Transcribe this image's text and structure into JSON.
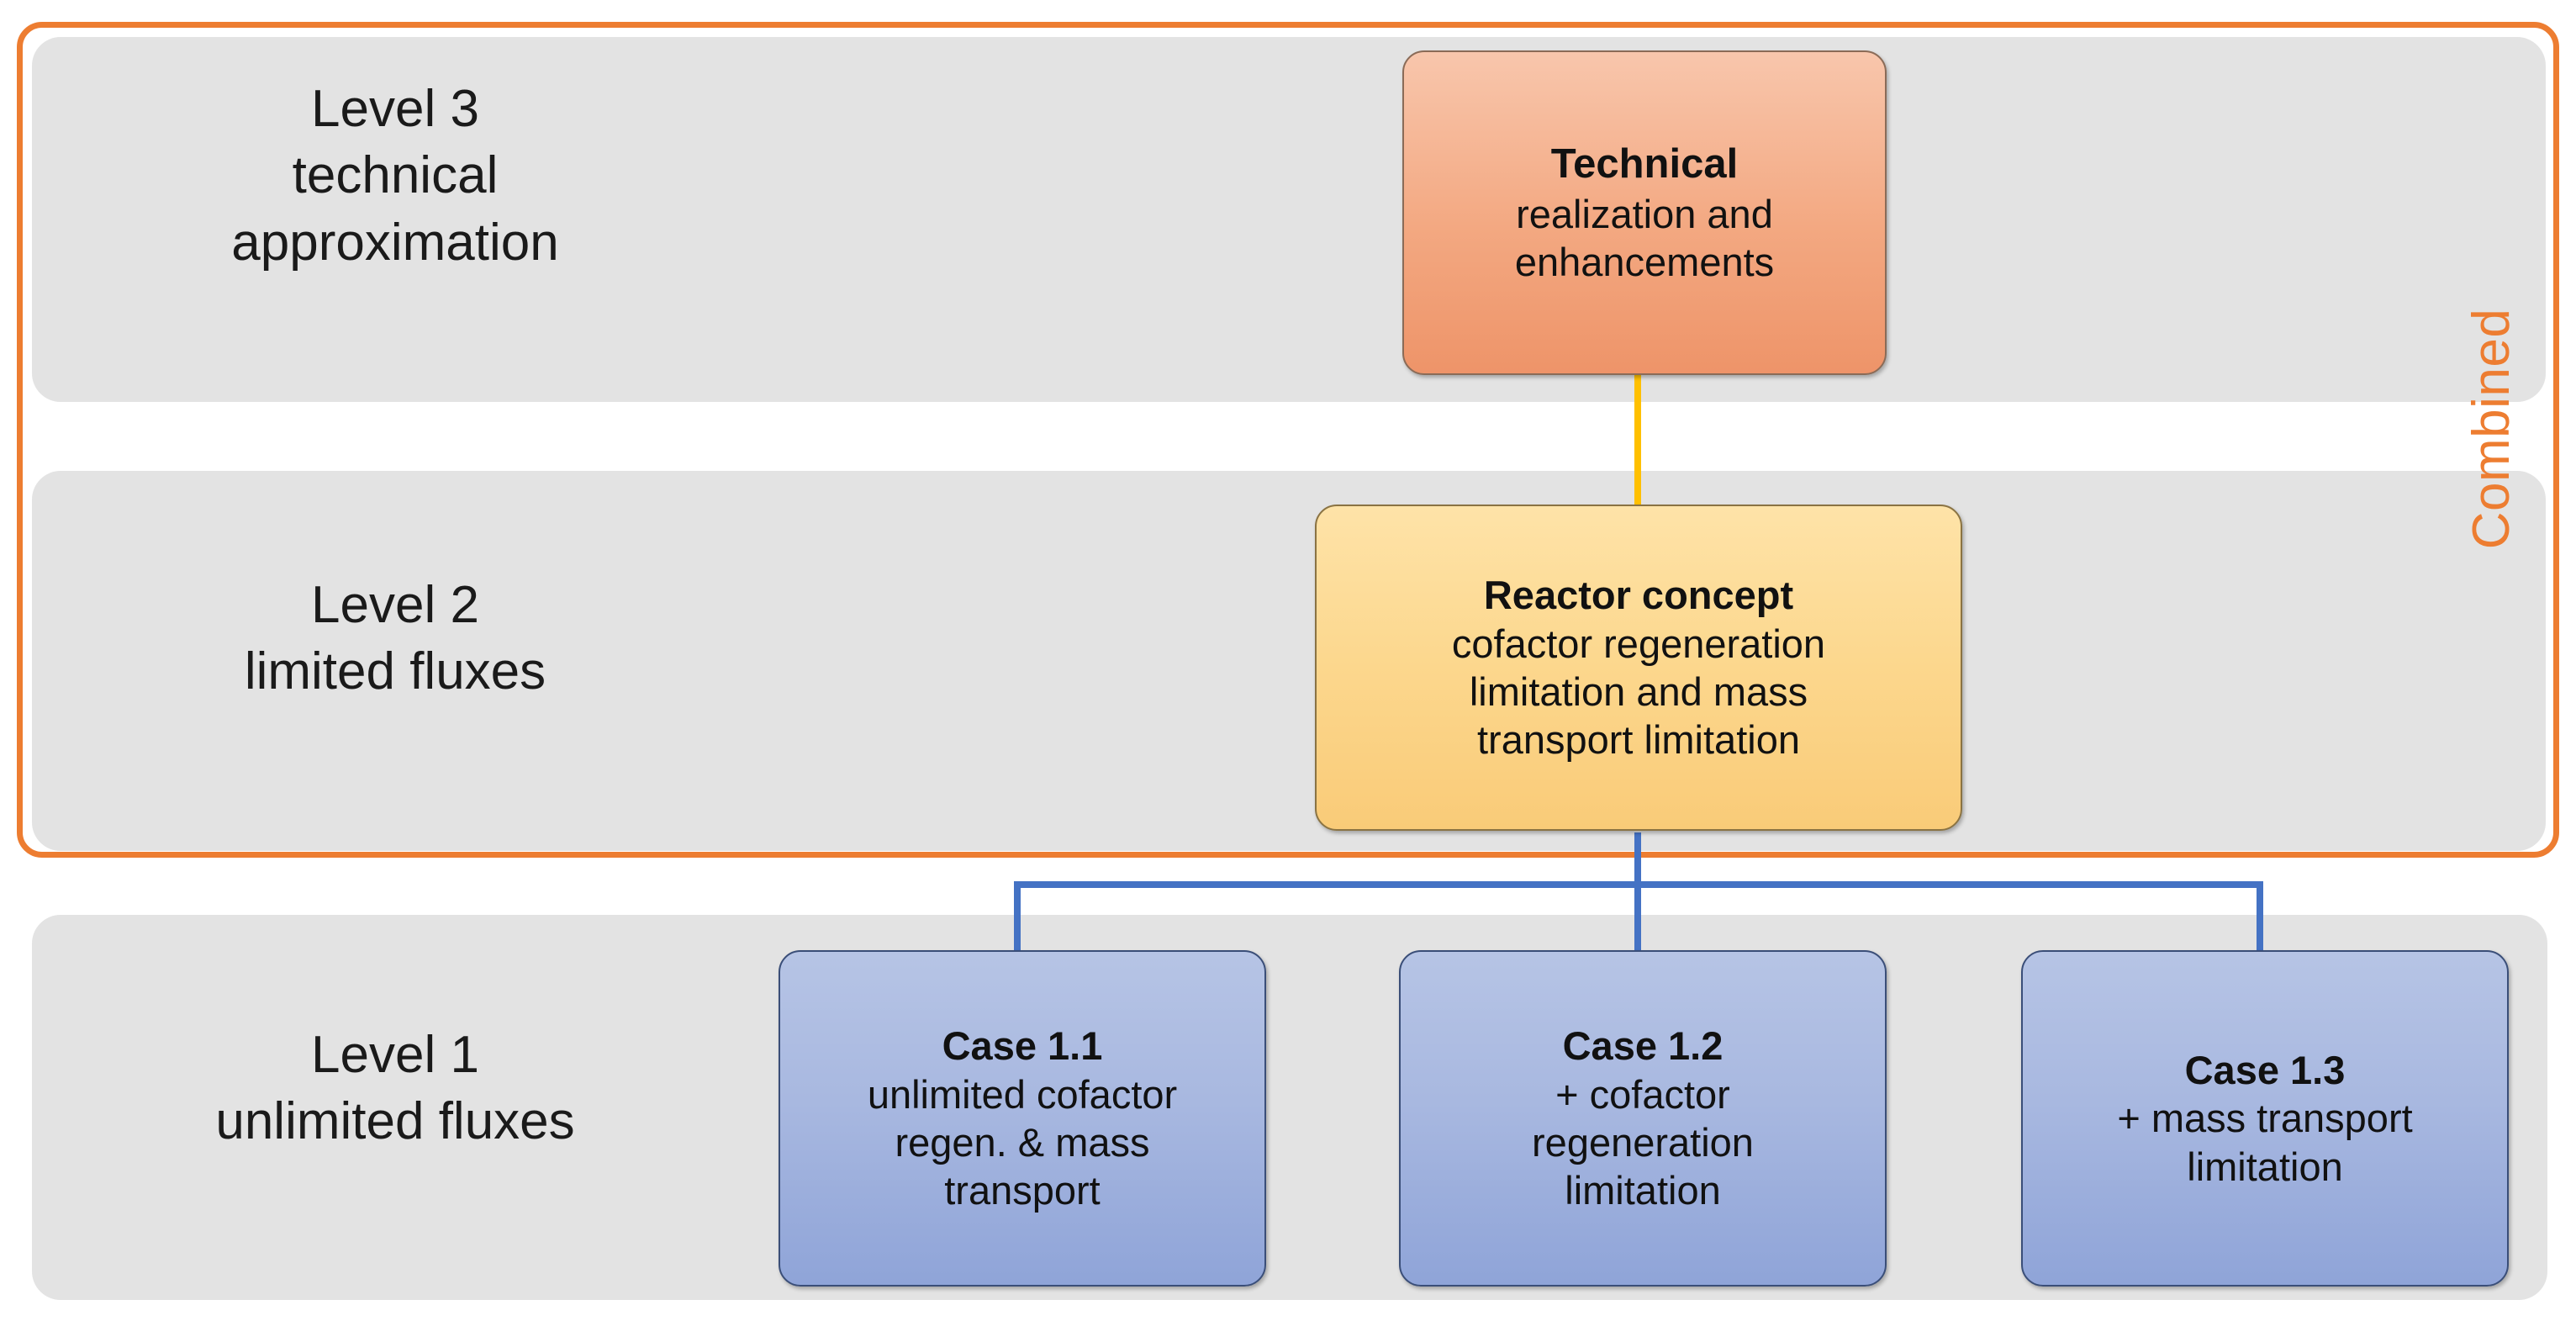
{
  "diagram": {
    "frame_label": "Combined",
    "accent_color": "#ED7D31",
    "levels": [
      {
        "id": "level3",
        "title": "Level 3\ntechnical\napproximation"
      },
      {
        "id": "level2",
        "title": "Level 2\nlimited fluxes"
      },
      {
        "id": "level1",
        "title": "Level 1\nunlimited fluxes"
      }
    ],
    "nodes": {
      "technical": {
        "title": "Technical",
        "desc": "realization and\nenhancements",
        "color": "#F3A881"
      },
      "reactor": {
        "title": "Reactor concept",
        "desc": "cofactor regeneration\nlimitation and mass\ntransport limitation",
        "color": "#FCD78D"
      },
      "cases": [
        {
          "title": "Case 1.1",
          "desc": "unlimited cofactor\nregen. & mass\ntransport",
          "color": "#A8B8E0"
        },
        {
          "title": "Case 1.2",
          "desc": "+ cofactor\nregeneration\nlimitation",
          "color": "#A8B8E0"
        },
        {
          "title": "Case 1.3",
          "desc": "+ mass transport\nlimitation",
          "color": "#A8B8E0"
        }
      ]
    },
    "connector_colors": {
      "technical_to_reactor": "#FFC000",
      "reactor_to_cases": "#4472C4"
    }
  }
}
